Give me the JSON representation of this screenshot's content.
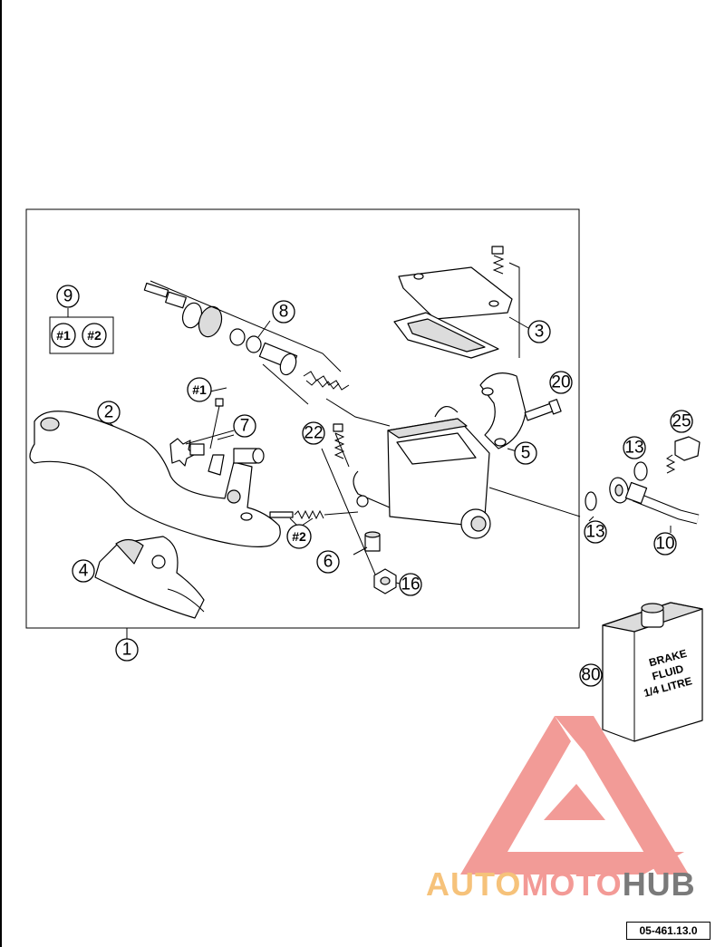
{
  "callouts": [
    {
      "id": "c9",
      "text": "9"
    },
    {
      "id": "c8",
      "text": "8"
    },
    {
      "id": "c3",
      "text": "3"
    },
    {
      "id": "c20",
      "text": "20"
    },
    {
      "id": "c2",
      "text": "2"
    },
    {
      "id": "c7",
      "text": "7"
    },
    {
      "id": "c22",
      "text": "22"
    },
    {
      "id": "c5",
      "text": "5"
    },
    {
      "id": "c25",
      "text": "25"
    },
    {
      "id": "c13a",
      "text": "13"
    },
    {
      "id": "c13b",
      "text": "13"
    },
    {
      "id": "c10",
      "text": "10"
    },
    {
      "id": "c6",
      "text": "6"
    },
    {
      "id": "c16",
      "text": "16"
    },
    {
      "id": "c4",
      "text": "4"
    },
    {
      "id": "c1",
      "text": "1"
    },
    {
      "id": "c80",
      "text": "80"
    }
  ],
  "markers": {
    "m1_box": "#1",
    "m2_box": "#2",
    "m1_part": "#1",
    "m2_part": "#2"
  },
  "bottle": {
    "line1": "BRAKE",
    "line2": "FLUID",
    "line3": "1/4 LITRE"
  },
  "watermark": {
    "part1": "AUTO",
    "part2": "MOTO",
    "part3": "HUB",
    "logo_color": "#f08a85"
  },
  "diagram_code": "05-461.13.0"
}
